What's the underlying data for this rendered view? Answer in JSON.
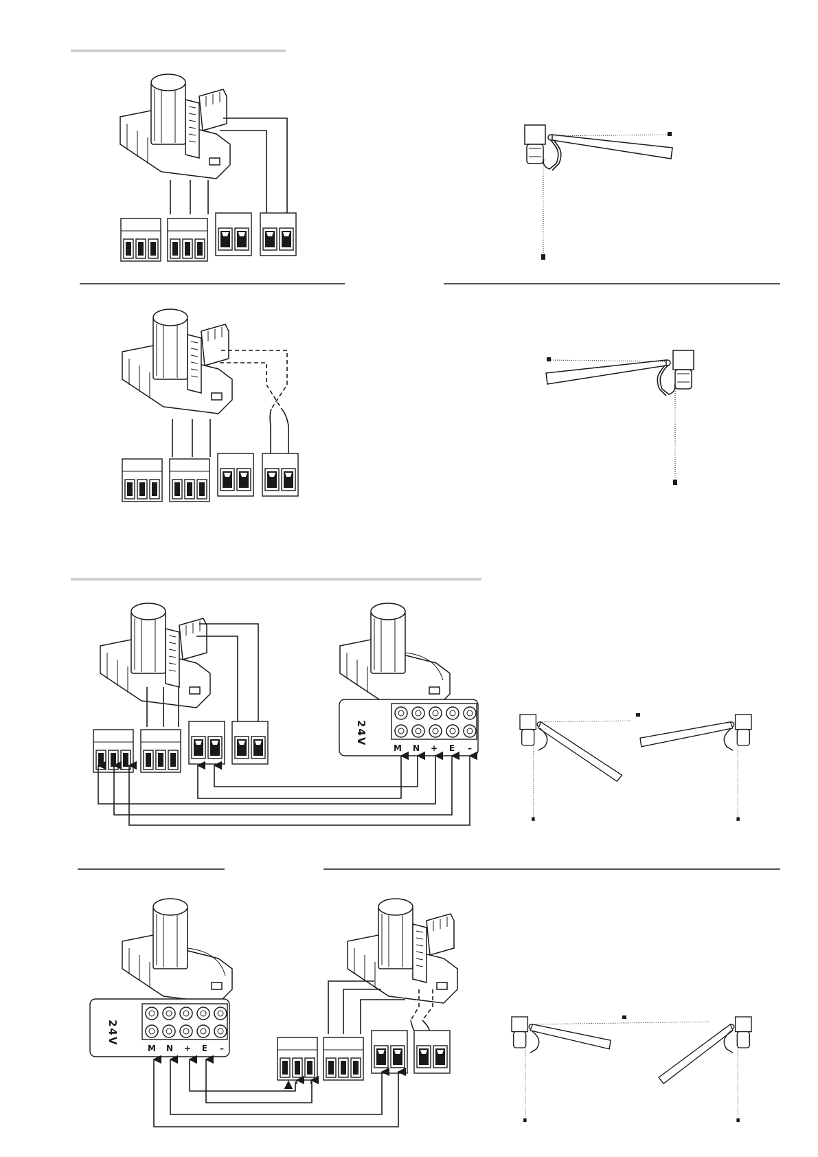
{
  "diagrams": {
    "third": {
      "board": {
        "voltage": "24V",
        "terminals": [
          "M",
          "N",
          "+",
          "E",
          "–"
        ]
      }
    },
    "fourth": {
      "board": {
        "voltage": "24V",
        "terminals": [
          "M",
          "N",
          "+",
          "E",
          "–"
        ]
      }
    }
  },
  "colors": {
    "line": "#1a1a1a",
    "rule": "#cfcfcf"
  }
}
